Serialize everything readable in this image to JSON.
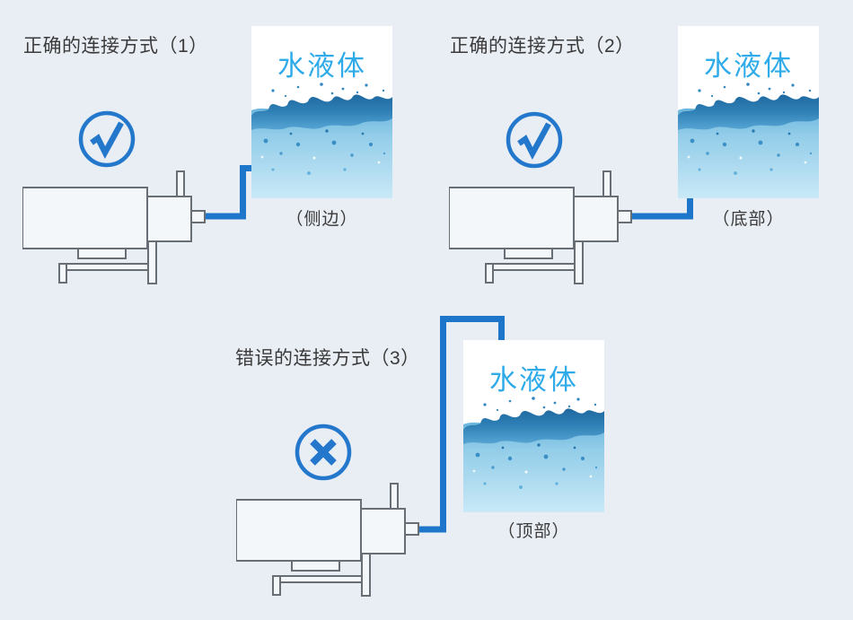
{
  "diagram": {
    "panels": [
      {
        "title": "正确的连接方式（1）",
        "result_icon": "check",
        "tank_label": "水液体",
        "position_label": "（侧边）"
      },
      {
        "title": "正确的连接方式（2）",
        "result_icon": "check",
        "tank_label": "水液体",
        "position_label": "（底部）"
      },
      {
        "title": "错误的连接方式（3）",
        "result_icon": "cross",
        "tank_label": "水液体",
        "position_label": "（顶部）"
      }
    ]
  },
  "colors": {
    "background": "#e9eef5",
    "pipe_blue": "#1d76c9",
    "icon_blue": "#2478cc",
    "tank_text_cyan": "#2fabea",
    "title_text": "#3a3a3a",
    "pump_outline": "#676e76"
  }
}
